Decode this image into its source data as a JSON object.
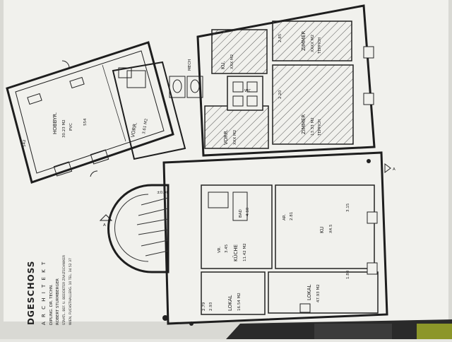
{
  "plan": {
    "title": "DGESCHOSS",
    "architect": {
      "line1": "A R C H I T E K T",
      "line2": "DIPLING. DR. TECHN.",
      "line3": "ROBERT STURMBERGER",
      "line4": "STAATL. BEF. U. BEEIDETER ZIVILTECHNIKER",
      "line5": "WIEN, FUCHSTHALLERG. 10  TEL. 34 52 37"
    },
    "rooms": {
      "hobbyr": {
        "name": "HOBBYR.",
        "area": "30.23 M2",
        "floor": "PVC"
      },
      "zimmer_top": {
        "name": "ZIMMER",
        "area": "XXXX M2",
        "floor": "TEPPICH"
      },
      "zimmer_bottom": {
        "name": "ZIMMER",
        "area": "13.33 M2",
        "floor": "TEPPICH"
      },
      "ku": {
        "name": "KU.",
        "area": "XXX M2"
      },
      "vorr_top": {
        "name": "VORR.",
        "area": "XXX M2"
      },
      "vorr_bottom": {
        "name": "VORR.",
        "area": "3.61 M2"
      },
      "wc": {
        "name": "WC"
      },
      "lokal_main": {
        "name": "LOKAL",
        "area": "47.93 M2"
      },
      "lokal_small": {
        "name": "LOKAL",
        "area": "16.54 M2"
      },
      "kueche": {
        "name": "KÜCHE",
        "area": "11.42 M2"
      },
      "bad": {
        "name": "BAD",
        "area": "4.10"
      },
      "ar": {
        "name": "AR.",
        "area": "2.81"
      },
      "ku2": {
        "name": "KU",
        "area": "X4.5"
      },
      "vr": {
        "name": "VR.",
        "area": "3.45"
      }
    },
    "markers": {
      "level": "±0.00",
      "mech": "MECH",
      "section_a1": "A",
      "section_a2": "A"
    },
    "dims": [
      "542",
      "554",
      "2.85",
      "2.20",
      "2.79",
      "2.93",
      "1.80",
      "3.15"
    ]
  }
}
